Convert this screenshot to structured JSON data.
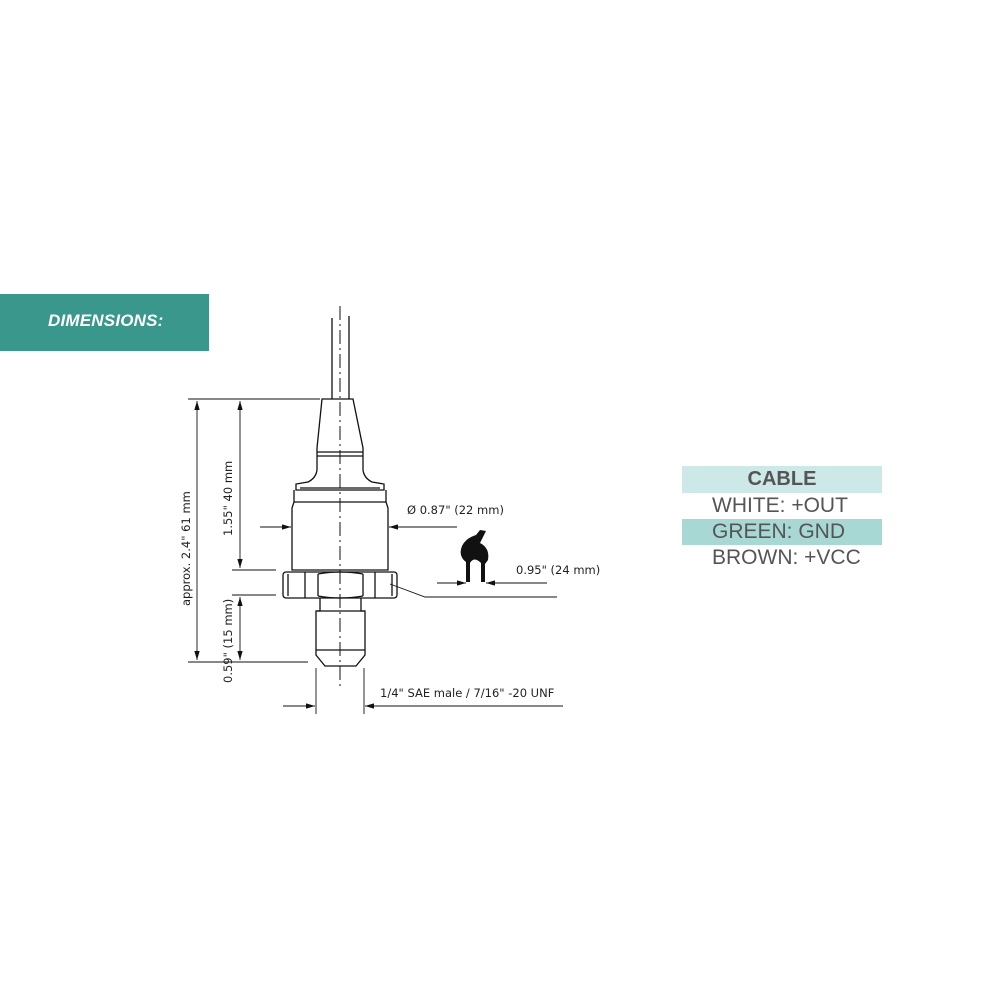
{
  "banner": {
    "title": "DIMENSIONS:"
  },
  "dimensions": {
    "total_height": "approx. 2.4\" 61 mm",
    "body_height": "1.55\" 40 mm",
    "thread_length": "0.59\" (15 mm)",
    "diameter": "Ø 0.87\" (22 mm)",
    "wrench_size": "0.95\" (24 mm)",
    "thread_spec": "1/4\" SAE male / 7/16\" -20 UNF"
  },
  "cable": {
    "header": "CABLE",
    "rows": [
      "WHITE: +OUT",
      "GREEN:  GND",
      "BROWN: +VCC"
    ]
  },
  "colors": {
    "accent": "#3a978b",
    "header_bg": "#cde9e7",
    "row_bg": "#a7d8d4"
  }
}
